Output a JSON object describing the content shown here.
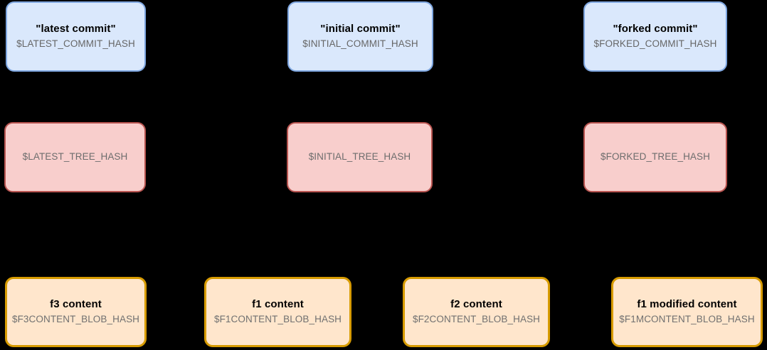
{
  "diagram": {
    "kind": "git-object-graph",
    "background_color": "#000000",
    "rows": [
      {
        "name": "commit-row",
        "type": "commit",
        "fill_color": "#dae8fc",
        "stroke_color": "#7ea6e0"
      },
      {
        "name": "tree-row",
        "type": "tree",
        "fill_color": "#f8cecc",
        "stroke_color": "#b85450"
      },
      {
        "name": "blob-row",
        "type": "blob",
        "fill_color": "#ffe6cc",
        "stroke_color": "#d79b00"
      }
    ],
    "commits": [
      {
        "title": "\"latest commit\"",
        "hash": "$LATEST_COMMIT_HASH"
      },
      {
        "title": "\"initial commit\"",
        "hash": "$INITIAL_COMMIT_HASH"
      },
      {
        "title": "\"forked commit\"",
        "hash": "$FORKED_COMMIT_HASH"
      }
    ],
    "trees": [
      {
        "title": "",
        "hash": "$LATEST_TREE_HASH"
      },
      {
        "title": "",
        "hash": "$INITIAL_TREE_HASH"
      },
      {
        "title": "",
        "hash": "$FORKED_TREE_HASH"
      }
    ],
    "blobs": [
      {
        "title": "f3 content",
        "hash": "$F3CONTENT_BLOB_HASH"
      },
      {
        "title": "f1 content",
        "hash": "$F1CONTENT_BLOB_HASH"
      },
      {
        "title": "f2 content",
        "hash": "$F2CONTENT_BLOB_HASH"
      },
      {
        "title": "f1 modified content",
        "hash": "$F1MCONTENT_BLOB_HASH"
      }
    ]
  }
}
